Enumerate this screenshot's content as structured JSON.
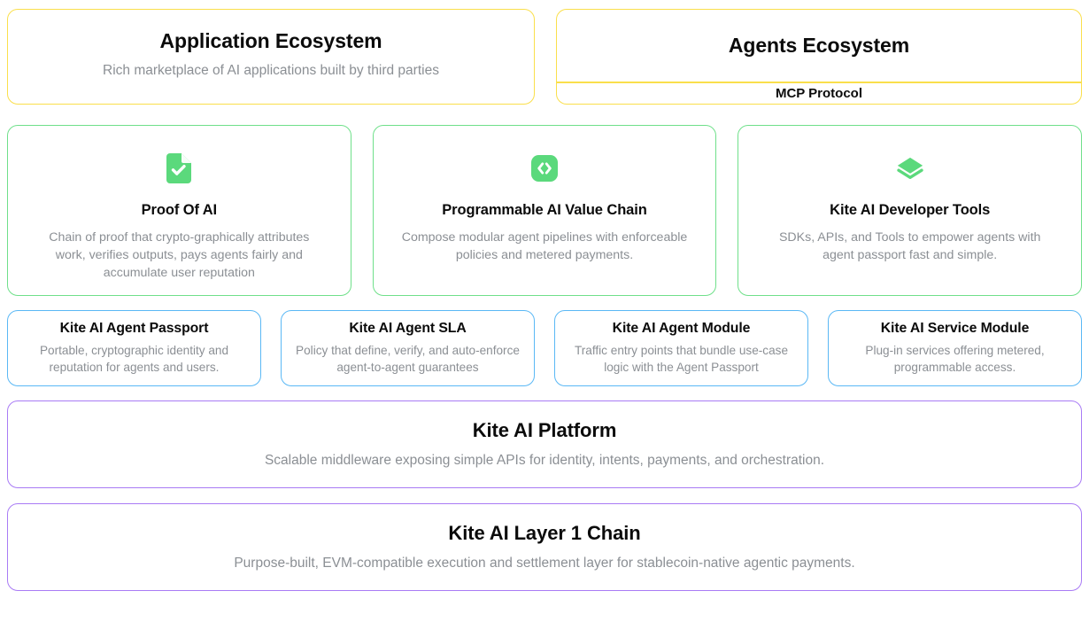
{
  "ecosystem": {
    "application": {
      "title": "Application Ecosystem",
      "description": "Rich marketplace of AI applications built by third parties",
      "accent": "#FADF4B"
    },
    "agents": {
      "title": "Agents Ecosystem",
      "protocol": "MCP Protocol",
      "accent": "#FADF4B"
    }
  },
  "pillars": {
    "accent": "#6FE08A",
    "icon_color": "#5BD97C",
    "items": [
      {
        "icon": "document-check-icon",
        "title": "Proof Of AI",
        "description": "Chain of proof that crypto-graphically attributes work, verifies outputs, pays agents fairly and accumulate user reputation"
      },
      {
        "icon": "code-brackets-icon",
        "title": "Programmable AI Value Chain",
        "description": "Compose modular agent pipelines with enforceable policies and metered payments."
      },
      {
        "icon": "layers-icon",
        "title": "Kite AI Developer Tools",
        "description": "SDKs, APIs, and Tools to empower agents with agent passport fast and simple."
      }
    ]
  },
  "modules": {
    "accent": "#5AB8F5",
    "items": [
      {
        "title": "Kite AI Agent Passport",
        "description": "Portable, cryptographic identity and reputation for agents and users."
      },
      {
        "title": "Kite AI Agent SLA",
        "description": "Policy that define, verify, and auto-enforce agent-to-agent guarantees"
      },
      {
        "title": "Kite AI Agent Module",
        "description": "Traffic entry points that bundle use-case logic with the Agent Passport"
      },
      {
        "title": "Kite AI Service Module",
        "description": "Plug-in services offering metered, programmable access."
      }
    ]
  },
  "base_layers": {
    "accent": "#A97BF5",
    "items": [
      {
        "title": "Kite AI Platform",
        "description": "Scalable middleware exposing simple APIs for identity, intents, payments, and orchestration."
      },
      {
        "title": "Kite AI Layer 1 Chain",
        "description": "Purpose-built, EVM-compatible execution and settlement layer for stablecoin-native agentic payments."
      }
    ]
  }
}
